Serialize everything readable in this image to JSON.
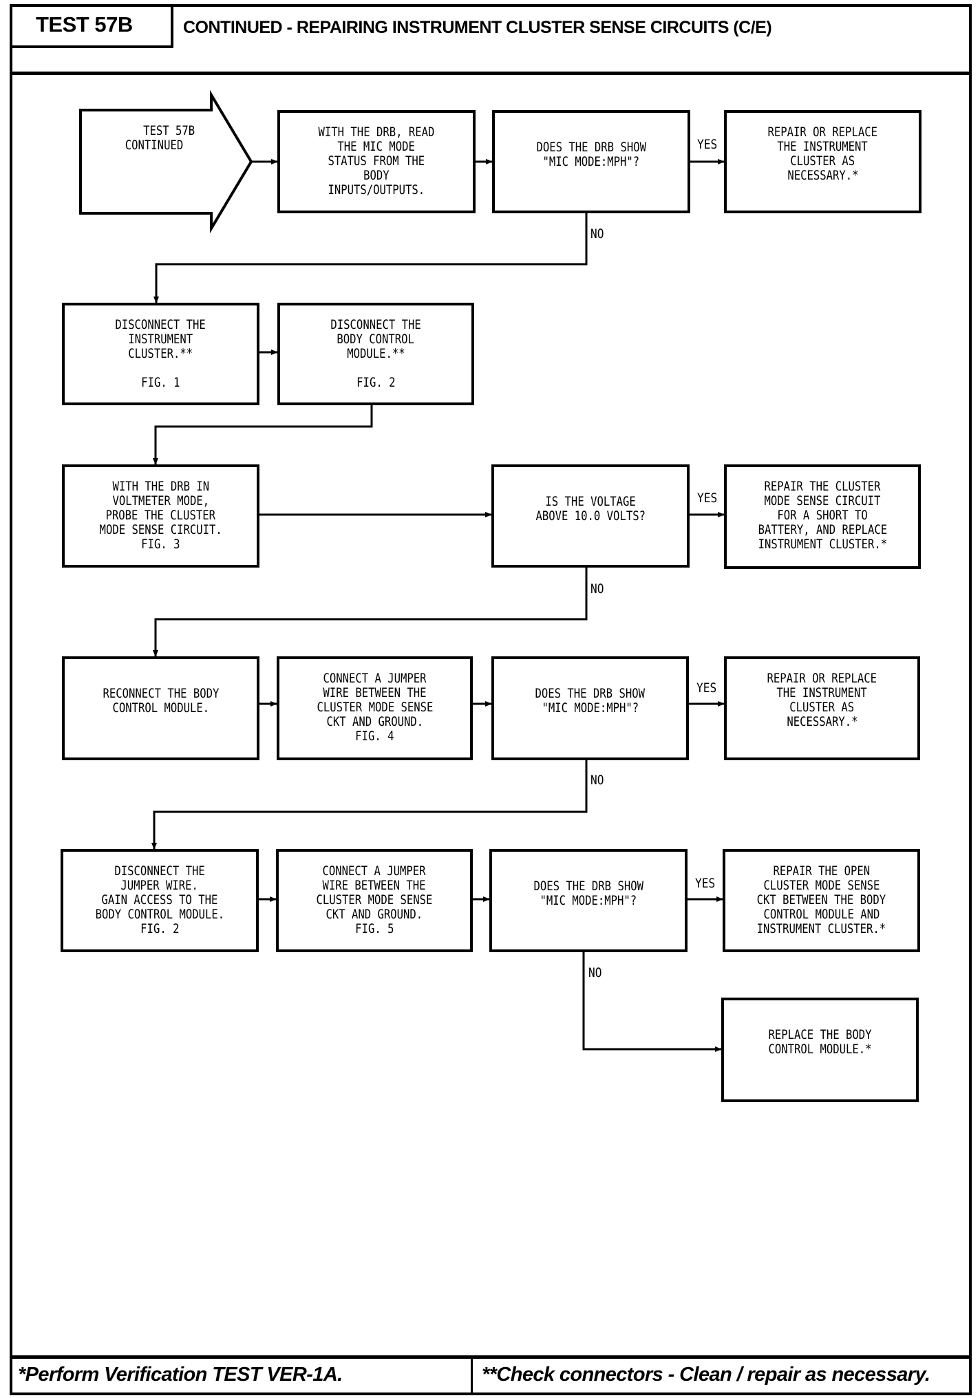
{
  "header": {
    "test_id": "TEST 57B",
    "title": "CONTINUED - REPAIRING INSTRUMENT CLUSTER SENSE CIRCUITS (C/E)"
  },
  "flowchart": {
    "start": {
      "lines": [
        "TEST 57B",
        "CONTINUED"
      ]
    },
    "nodes": {
      "read_mic_mode": {
        "lines": [
          "WITH THE DRB, READ",
          "THE MIC MODE",
          "STATUS FROM THE",
          "BODY",
          "INPUTS/OUTPUTS."
        ]
      },
      "decision_1": {
        "lines": [
          "DOES THE DRB SHOW",
          "\"MIC MODE:MPH\"?"
        ]
      },
      "result_1": {
        "lines": [
          "REPAIR OR REPLACE",
          "THE INSTRUMENT",
          "CLUSTER AS",
          "NECESSARY.*"
        ]
      },
      "disconnect_cluster": {
        "lines": [
          "DISCONNECT THE",
          "INSTRUMENT",
          "CLUSTER.**"
        ],
        "fig": "FIG. 1"
      },
      "disconnect_bcm": {
        "lines": [
          "DISCONNECT THE",
          "BODY CONTROL",
          "MODULE.**"
        ],
        "fig": "FIG. 2"
      },
      "probe_voltage": {
        "lines": [
          "WITH THE DRB IN",
          "VOLTMETER MODE,",
          "PROBE THE CLUSTER",
          "MODE SENSE CIRCUIT.",
          "FIG. 3"
        ]
      },
      "decision_2": {
        "lines": [
          "IS THE VOLTAGE",
          "ABOVE 10.0 VOLTS?"
        ]
      },
      "result_2": {
        "lines": [
          "REPAIR THE CLUSTER",
          "MODE SENSE CIRCUIT",
          "FOR A SHORT TO",
          "BATTERY, AND REPLACE",
          "INSTRUMENT CLUSTER.*"
        ]
      },
      "reconnect_bcm": {
        "lines": [
          "RECONNECT THE BODY",
          "CONTROL MODULE."
        ]
      },
      "jumper_1": {
        "lines": [
          "CONNECT A JUMPER",
          "WIRE BETWEEN THE",
          "CLUSTER MODE SENSE",
          "CKT AND GROUND.",
          "FIG. 4"
        ]
      },
      "decision_3": {
        "lines": [
          "DOES THE DRB SHOW",
          "\"MIC MODE:MPH\"?"
        ]
      },
      "result_3": {
        "lines": [
          "REPAIR OR REPLACE",
          "THE INSTRUMENT",
          "CLUSTER AS",
          "NECESSARY.*"
        ]
      },
      "disconnect_jumper": {
        "lines": [
          "DISCONNECT THE",
          "JUMPER WIRE.",
          "GAIN ACCESS TO THE",
          "BODY CONTROL MODULE.",
          "FIG. 2"
        ]
      },
      "jumper_2": {
        "lines": [
          "CONNECT A JUMPER",
          "WIRE BETWEEN THE",
          "CLUSTER MODE SENSE",
          "CKT AND GROUND.",
          "FIG. 5"
        ]
      },
      "decision_4": {
        "lines": [
          "DOES THE DRB SHOW",
          "\"MIC MODE:MPH\"?"
        ]
      },
      "result_4": {
        "lines": [
          "REPAIR THE OPEN",
          "CLUSTER MODE SENSE",
          "CKT BETWEEN THE BODY",
          "CONTROL MODULE AND",
          "INSTRUMENT CLUSTER.*"
        ]
      },
      "result_5": {
        "lines": [
          "REPLACE THE BODY",
          "CONTROL MODULE.*"
        ]
      }
    },
    "labels": {
      "yes": "YES",
      "no": "NO"
    }
  },
  "footer": {
    "note_single": "*Perform Verification TEST VER-1A.",
    "note_double": "**Check connectors - Clean / repair as necessary."
  },
  "colors": {
    "ink": "#000000",
    "paper": "#ffffff"
  }
}
